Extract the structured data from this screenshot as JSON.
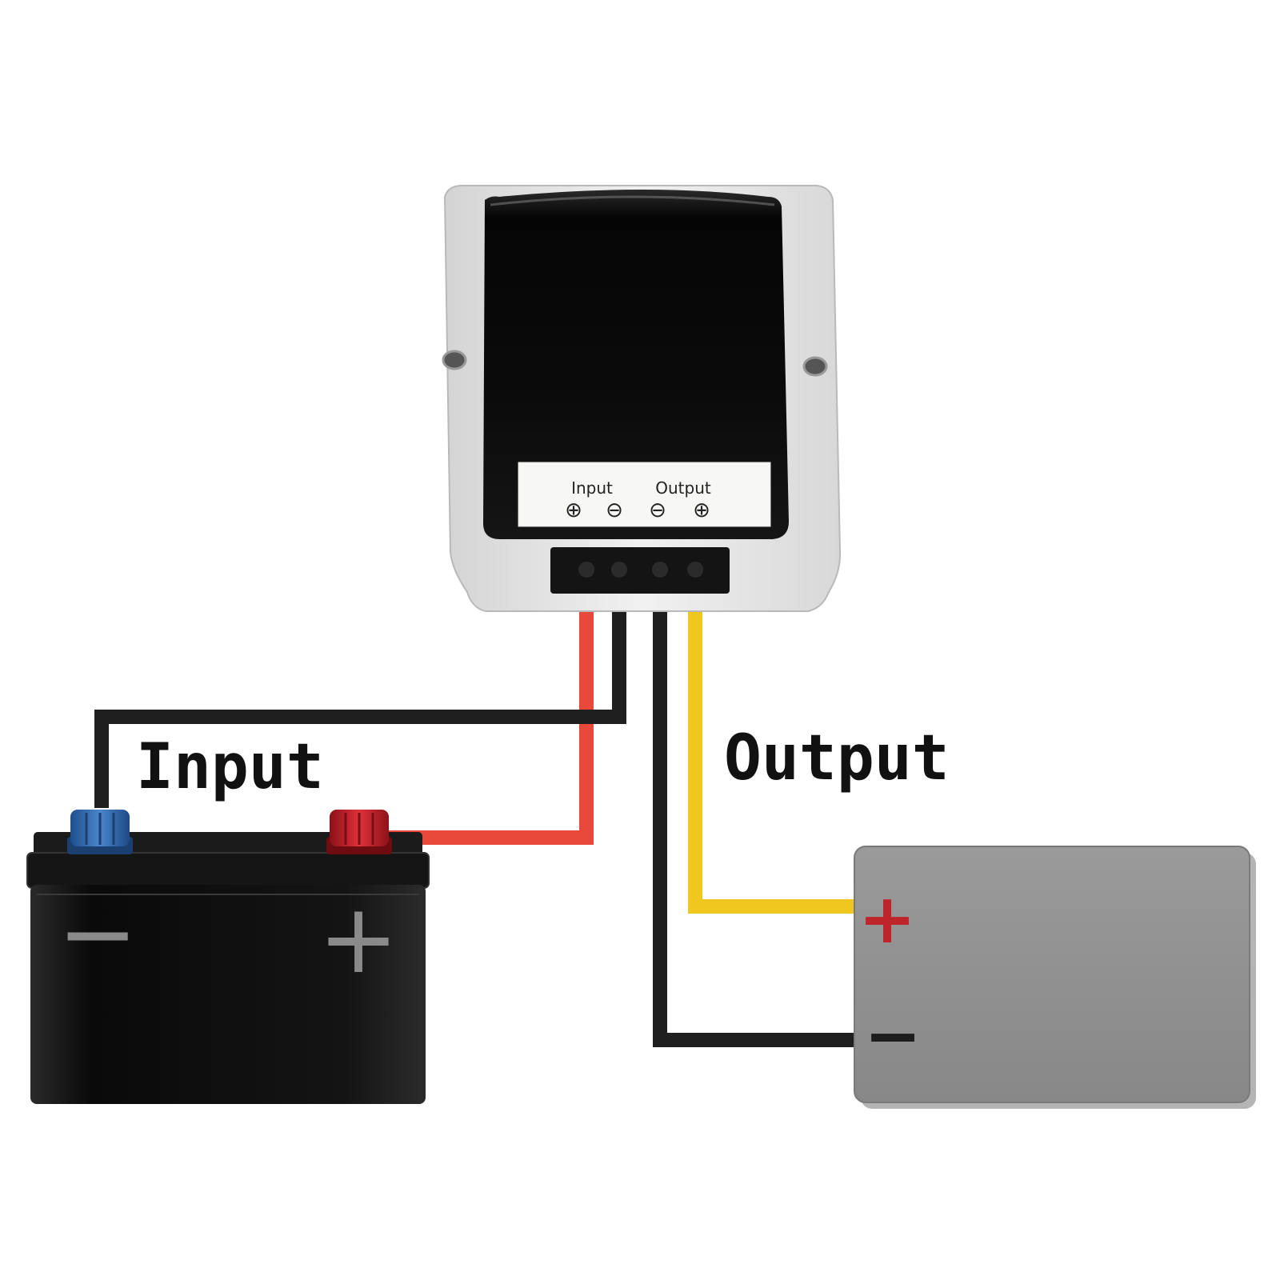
{
  "converter": {
    "label_panel": {
      "input_text": "Input",
      "output_text": "Output",
      "terminal_symbols": [
        "⊕",
        "⊖",
        "⊖",
        "⊕"
      ]
    }
  },
  "labels": {
    "input": "Input",
    "output": "Output"
  },
  "input_battery": {
    "negative_symbol": "−",
    "positive_symbol": "+"
  },
  "load": {
    "positive_symbol": "+",
    "negative_symbol": "−"
  },
  "colors": {
    "red_wire": "#e8493b",
    "black_wire": "#1f1f1f",
    "yellow_wire": "#f0c71e",
    "converter_case": "#e4e4e4",
    "converter_top": "#0d0d0d",
    "battery_body": "#121212",
    "negative_terminal": "#2f6fb5",
    "positive_terminal": "#c8202b",
    "load_body": "#8f8f8f",
    "load_plus": "#c0242b",
    "load_minus": "#1c1c1c"
  }
}
